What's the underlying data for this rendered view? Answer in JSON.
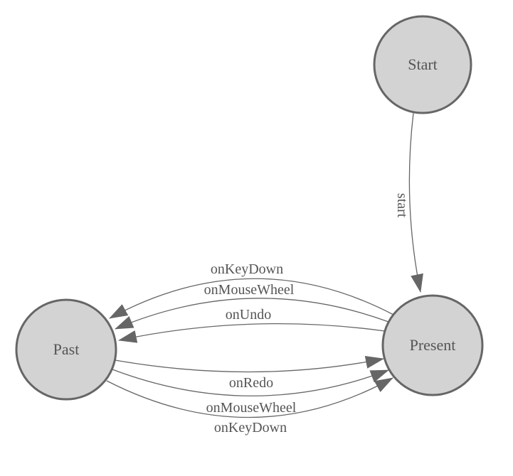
{
  "diagram": {
    "kind": "state-machine",
    "colors": {
      "background": "#ffffff",
      "node_fill": "#d3d3d3",
      "node_border": "#666666",
      "edge": "#666666",
      "text": "#555555"
    },
    "nodes": [
      {
        "id": "Start",
        "label": "Start"
      },
      {
        "id": "Present",
        "label": "Present"
      },
      {
        "id": "Past",
        "label": "Past"
      }
    ],
    "edges": [
      {
        "from": "Start",
        "to": "Present",
        "label": "start"
      },
      {
        "from": "Present",
        "to": "Past",
        "label": "onKeyDown"
      },
      {
        "from": "Present",
        "to": "Past",
        "label": "onMouseWheel"
      },
      {
        "from": "Present",
        "to": "Past",
        "label": "onUndo"
      },
      {
        "from": "Past",
        "to": "Present",
        "label": "onRedo"
      },
      {
        "from": "Past",
        "to": "Present",
        "label": "onMouseWheel"
      },
      {
        "from": "Past",
        "to": "Present",
        "label": "onKeyDown"
      }
    ]
  }
}
